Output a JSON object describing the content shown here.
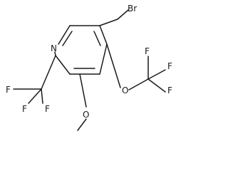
{
  "structure": {
    "atoms": {
      "n_ring": "N",
      "br": "Br",
      "o_ocf3": "O",
      "o_ome": "O",
      "f1": "F",
      "f2": "F",
      "f3": "F",
      "f4": "F",
      "f5": "F",
      "f6": "F"
    }
  }
}
